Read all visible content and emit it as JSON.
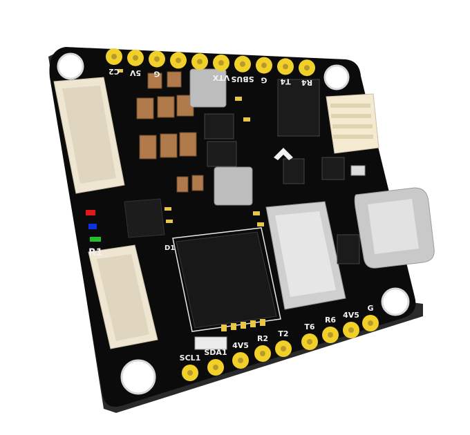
{
  "image": {
    "subject": "flight-controller-pcb",
    "colors": {
      "board": "#0b0b0b",
      "board_edge": "#1d1d1d",
      "pad_gold": "#f2d02a",
      "connector": "#efe6d2",
      "capacitor": "#b07a4a",
      "chip": "#1a1a1a",
      "metal": "#bdbdbd",
      "led_red": "#e01818",
      "led_blue": "#1030e0",
      "led_green": "#22c02a"
    }
  },
  "silkscreen": {
    "top_pads": [
      "C2",
      "5V",
      "G",
      "",
      "",
      "VTX",
      "SBUS",
      "G",
      "T4",
      "R4"
    ],
    "bottom_pads": [
      "SCL1",
      "SDA1",
      "4V5",
      "R2",
      "T2",
      "T6",
      "R6",
      "4V5",
      "G"
    ],
    "designators": {
      "led": "R1",
      "mcu": "D1"
    }
  }
}
